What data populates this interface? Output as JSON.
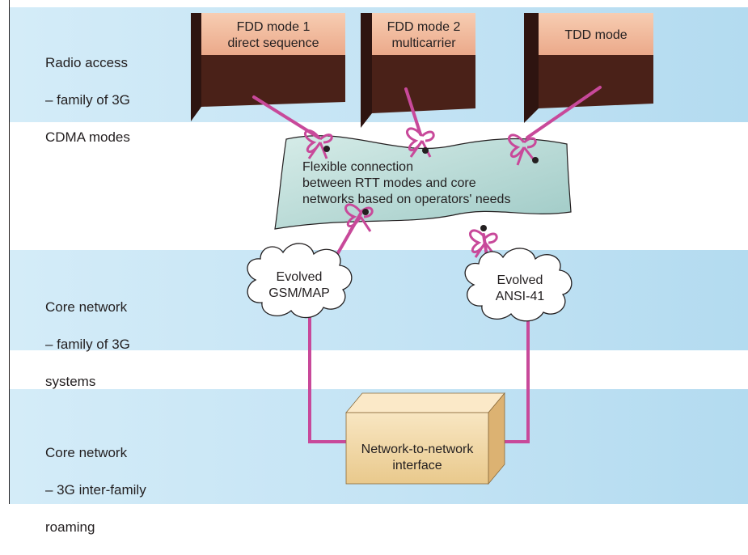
{
  "layers": {
    "radio_access": {
      "lines": [
        "Radio access",
        "– family of 3G",
        "CDMA modes"
      ]
    },
    "core_network": {
      "lines": [
        "Core network",
        "– family of 3G",
        "systems"
      ]
    },
    "roaming": {
      "lines": [
        "Core network",
        "– 3G inter-family",
        "roaming"
      ]
    }
  },
  "modes": [
    {
      "lines": [
        "FDD mode 1",
        "direct sequence"
      ]
    },
    {
      "lines": [
        "FDD mode 2",
        "multicarrier"
      ]
    },
    {
      "lines": [
        "TDD mode"
      ]
    }
  ],
  "banner": {
    "lines": [
      "Flexible connection",
      "between RTT modes and core",
      "networks based on operators' needs"
    ]
  },
  "clouds": [
    {
      "lines": [
        "Evolved",
        "GSM/MAP"
      ]
    },
    {
      "lines": [
        "Evolved",
        "ANSI-41"
      ]
    }
  ],
  "interface": {
    "lines": [
      "Network-to-network",
      "interface"
    ]
  },
  "colors": {
    "band": "#c3e3f4",
    "box_face": "#f3bd9e",
    "box_side": "#3d1a14",
    "ribbon": "#c8499a",
    "banner": "#b8dcd8",
    "interface_box": "#f3dcae"
  }
}
